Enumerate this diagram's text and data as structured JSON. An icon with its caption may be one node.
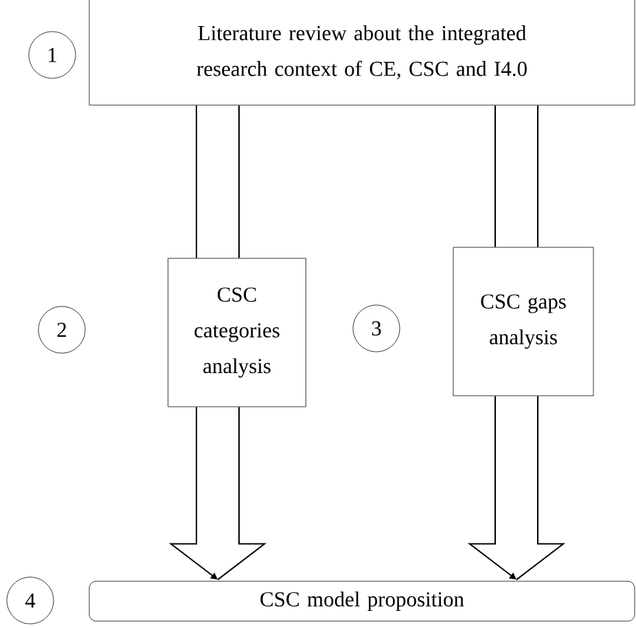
{
  "diagram": {
    "nodes": [
      {
        "text": [
          "Literature review about the integrated research context of CE, CSC and I4.0"
        ]
      },
      {
        "text": [
          "1"
        ]
      },
      {
        "text": [
          "CSC categories analysis"
        ]
      },
      {
        "text": [
          "2"
        ]
      },
      {
        "text": [
          "CSC gaps analysis"
        ]
      },
      {
        "text": [
          "3"
        ]
      },
      {
        "text": [
          "4"
        ]
      },
      {
        "text": [
          "CSC model proposition"
        ]
      }
    ],
    "edges": [
      {
        "from": 0,
        "to": 2,
        "arrow": "none"
      },
      {
        "from": 2,
        "to": 7,
        "arrow": "to"
      },
      {
        "from": 0,
        "to": 4,
        "arrow": "none"
      },
      {
        "from": 4,
        "to": 7,
        "arrow": "to"
      }
    ]
  }
}
